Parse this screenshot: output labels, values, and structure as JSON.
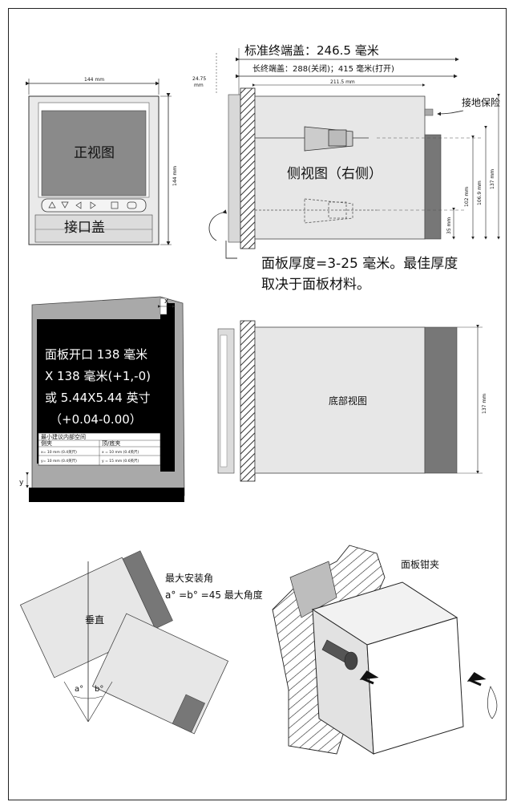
{
  "front": {
    "width_dim": "144 mm",
    "height_dim": "144 mm",
    "title": "正视图",
    "interface_cover": "接口盖"
  },
  "side": {
    "top_dim_prefix": "24.75",
    "top_dim_unit": "mm",
    "std_cover": "标准终端盖：246.5 毫米",
    "long_cover": "长终端盖：288(关闭)；415 毫米(打开)",
    "depth_dim": "211.5 mm",
    "ground": "接地保险",
    "title": "侧视图（右侧）",
    "dims": [
      "102 mm",
      "106.9 mm",
      "137 mm",
      "35 mm"
    ],
    "panel_note_1": "面板厚度=3-25  毫米。最佳厚度",
    "panel_note_2": "取决于面板材料。"
  },
  "cutout": {
    "line1": "面板开口 138 毫米",
    "line2": "X 138 毫米(+1,-0)",
    "line3": "或 5.44X5.44 英寸",
    "line4": "（+0.04-0.00）",
    "x_label": "x",
    "y_label": "y",
    "table_title": "最小建议内部空间",
    "col1": "侧夹",
    "col2": "顶/底夹",
    "row1_c1": "x= 10 mm (0.4英尺)",
    "row1_c2": "x = 10 mm (0.4英尺)",
    "row2_c1": "y= 10 mm (0.4英尺)",
    "row2_c2": "y = 15 mm (0.6英尺)"
  },
  "bottom": {
    "title": "底部视图",
    "height_dim": "137 mm"
  },
  "angle": {
    "title": "最大安装角",
    "formula": "a° =b° =45 最大角度",
    "vertical": "垂直",
    "a_label": "a°",
    "b_label": "b°"
  },
  "clamp": {
    "title": "面板钳夹"
  }
}
